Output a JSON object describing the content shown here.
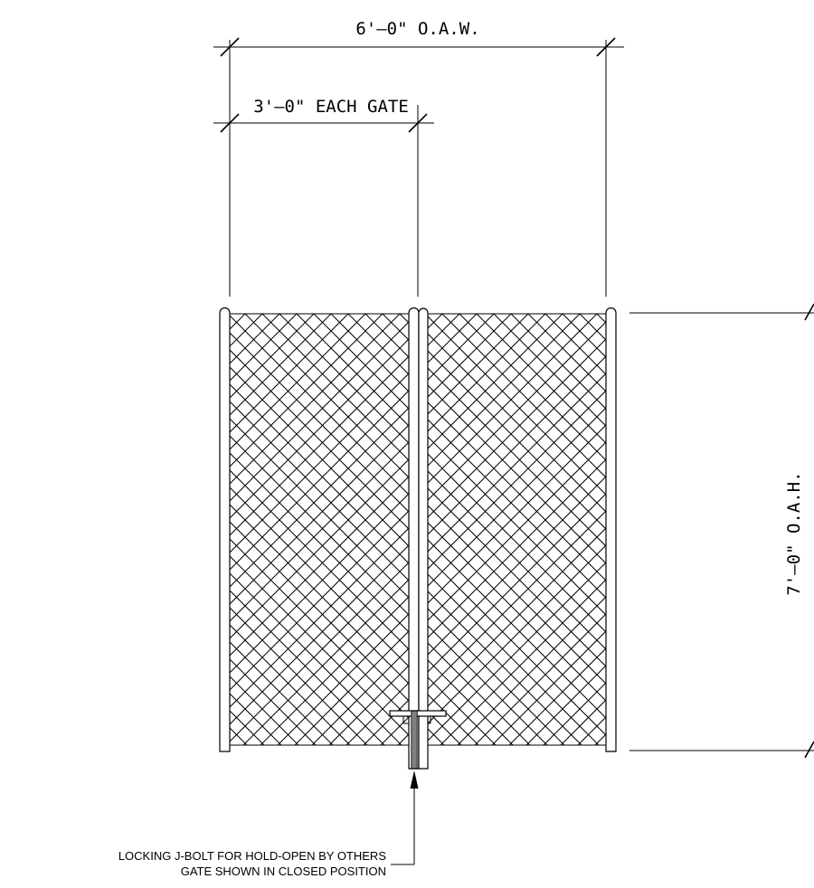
{
  "dimensions": {
    "overall_width": "6'–0\" O.A.W.",
    "each_gate": "3'–0\" EACH GATE",
    "overall_height": "7'–0\" O.A.H."
  },
  "notes": {
    "line1": "LOCKING J-BOLT FOR HOLD-OPEN BY OTHERS",
    "line2": "GATE SHOWN IN CLOSED POSITION"
  },
  "colors": {
    "line": "#000000",
    "background": "#ffffff"
  }
}
